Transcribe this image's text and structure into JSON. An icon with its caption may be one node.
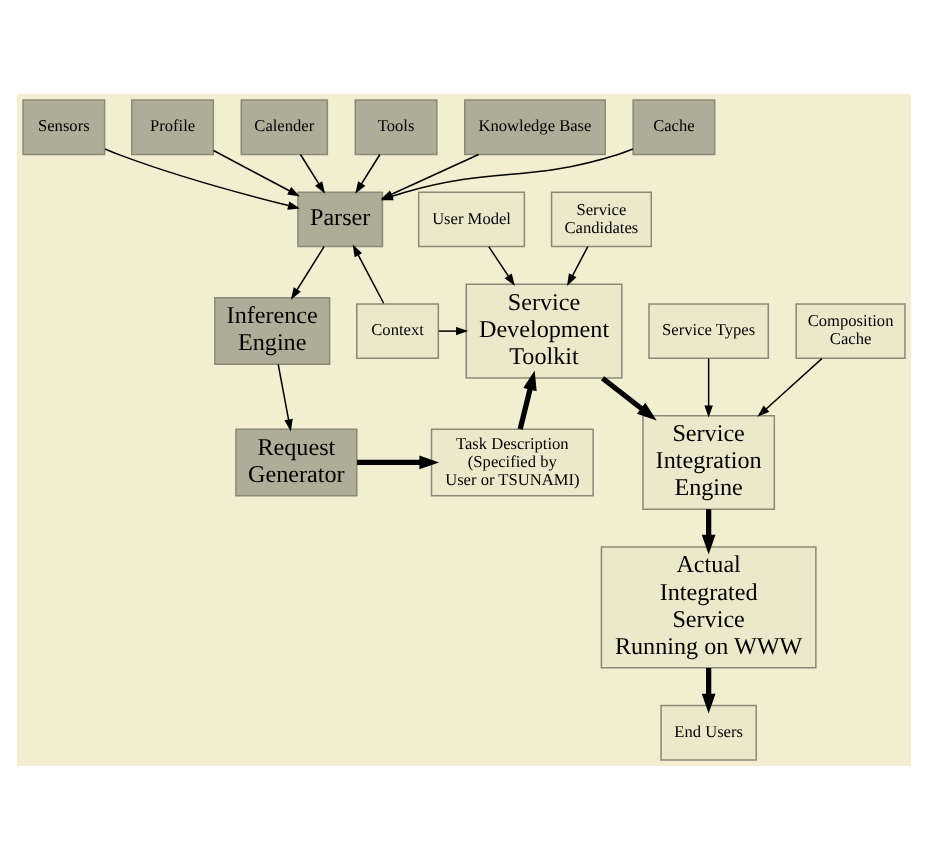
{
  "diagram": {
    "nodes": [
      {
        "text": [
          "Sensors"
        ]
      },
      {
        "text": [
          "Profile"
        ]
      },
      {
        "text": [
          "Calender"
        ]
      },
      {
        "text": [
          "Tools"
        ]
      },
      {
        "text": [
          "Knowledge Base"
        ]
      },
      {
        "text": [
          "Cache"
        ]
      },
      {
        "text": [
          "Parser"
        ]
      },
      {
        "text": [
          "User Model"
        ]
      },
      {
        "text": [
          "Service Candidates"
        ]
      },
      {
        "text": [
          "Context"
        ]
      },
      {
        "text": [
          "Inference Engine"
        ]
      },
      {
        "text": [
          "Task Description (Specified by User or TSUNAMI)"
        ]
      },
      {
        "text": [
          "Service Development Toolkit"
        ]
      },
      {
        "text": [
          "Request Generator"
        ]
      },
      {
        "text": [
          "Service Integration Engine"
        ]
      },
      {
        "text": [
          "Actual Integrated Service Running on WWW"
        ]
      },
      {
        "text": [
          "Service Types"
        ]
      },
      {
        "text": [
          "End Users"
        ]
      },
      {
        "text": [
          "Composition Cache"
        ]
      }
    ],
    "edges": [
      {
        "from": 0,
        "to": 6,
        "arrow": "to"
      },
      {
        "from": 1,
        "to": 6,
        "arrow": "to"
      },
      {
        "from": 2,
        "to": 6,
        "arrow": "to"
      },
      {
        "from": 3,
        "to": 6,
        "arrow": "to"
      },
      {
        "from": 4,
        "to": 6,
        "arrow": "to"
      },
      {
        "from": 5,
        "to": 6,
        "arrow": "to"
      },
      {
        "from": 9,
        "to": 6,
        "arrow": "to"
      },
      {
        "from": 7,
        "to": 12,
        "arrow": "to"
      },
      {
        "from": 8,
        "to": 12,
        "arrow": "to"
      },
      {
        "from": 9,
        "to": 12,
        "arrow": "to"
      },
      {
        "from": 6,
        "to": 10,
        "arrow": "to"
      },
      {
        "from": 10,
        "to": 13,
        "arrow": "to"
      },
      {
        "from": 13,
        "to": 11,
        "arrow": "to",
        "style": "thick"
      },
      {
        "from": 11,
        "to": 12,
        "arrow": "to",
        "style": "thick"
      },
      {
        "from": 12,
        "to": 14,
        "arrow": "to",
        "style": "thick"
      },
      {
        "from": 14,
        "to": 15,
        "arrow": "to",
        "style": "thick"
      },
      {
        "from": 15,
        "to": 17,
        "arrow": "to",
        "style": "thick"
      },
      {
        "from": 16,
        "to": 14,
        "arrow": "to"
      },
      {
        "from": 18,
        "to": 14,
        "arrow": "to"
      }
    ]
  }
}
